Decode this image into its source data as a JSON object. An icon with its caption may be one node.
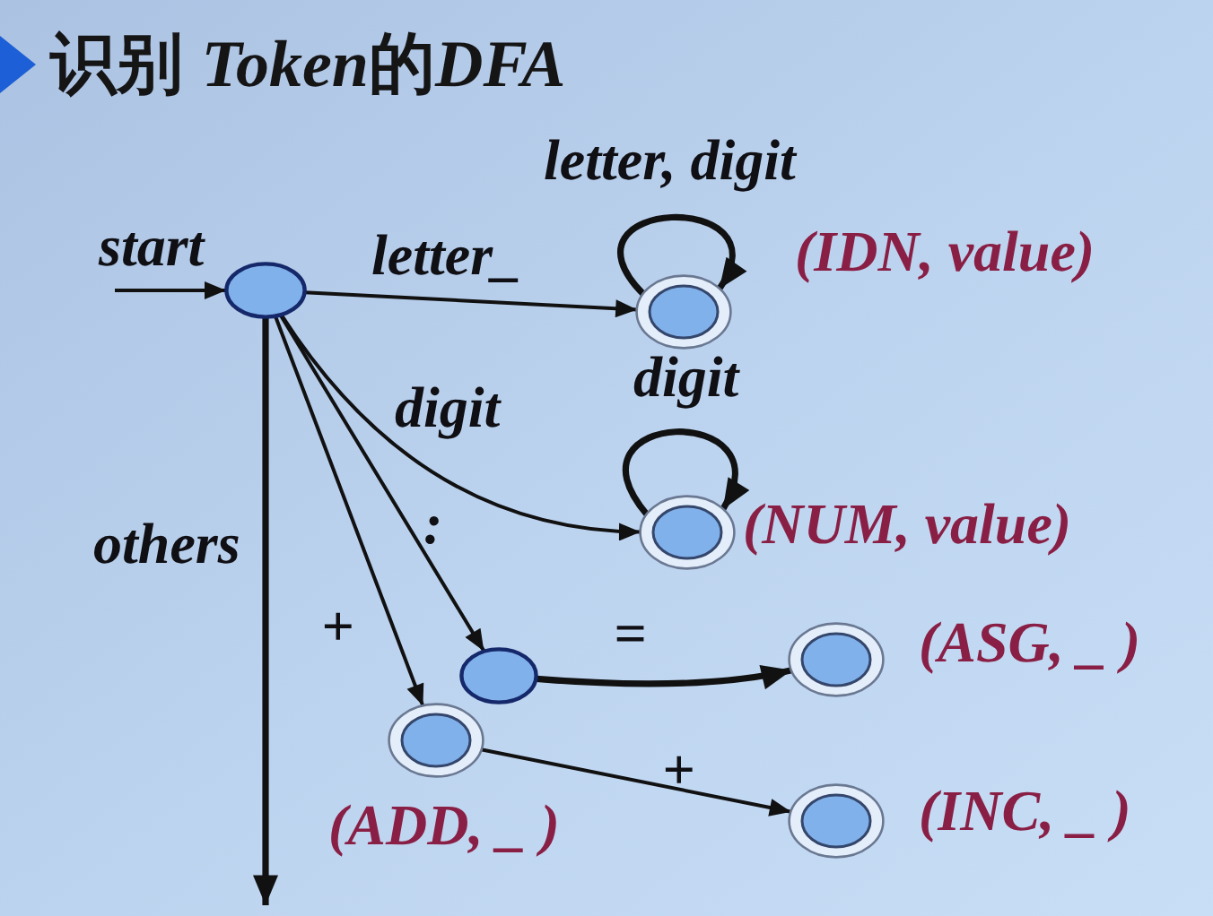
{
  "diagram": {
    "title": "识别 Token的DFA",
    "nodes": [
      {
        "text": [],
        "shape": "ellipse"
      },
      {
        "text": [],
        "shape": "double-ellipse",
        "beside": [
          "(IDN, value)"
        ]
      },
      {
        "text": [],
        "shape": "double-ellipse",
        "beside": [
          "(NUM, value)"
        ]
      },
      {
        "text": [],
        "shape": "ellipse"
      },
      {
        "text": [],
        "shape": "double-ellipse",
        "beside": [
          "(ASG, _ )"
        ]
      },
      {
        "text": [],
        "shape": "double-ellipse",
        "beside": [
          "(ADD, _ )"
        ]
      },
      {
        "text": [],
        "shape": "double-ellipse",
        "beside": [
          "(INC, _ )"
        ]
      }
    ],
    "edges": [
      {
        "from": null,
        "to": 0,
        "arrow": "to",
        "label": "start"
      },
      {
        "from": 0,
        "to": 1,
        "arrow": "to",
        "label": "letter_"
      },
      {
        "from": 1,
        "to": 1,
        "arrow": "to",
        "label": "letter, digit",
        "style": "thick"
      },
      {
        "from": 0,
        "to": 2,
        "arrow": "to",
        "label": "digit"
      },
      {
        "from": 2,
        "to": 2,
        "arrow": "to",
        "label": "digit",
        "style": "thick"
      },
      {
        "from": 0,
        "to": 3,
        "arrow": "to",
        "label": ":"
      },
      {
        "from": 3,
        "to": 4,
        "arrow": "to",
        "label": "=",
        "style": "thick"
      },
      {
        "from": 0,
        "to": 5,
        "arrow": "to",
        "label": "+"
      },
      {
        "from": 5,
        "to": 6,
        "arrow": "to",
        "label": "+"
      },
      {
        "from": 0,
        "to": null,
        "arrow": "to",
        "label": "others",
        "style": "thick"
      }
    ]
  }
}
